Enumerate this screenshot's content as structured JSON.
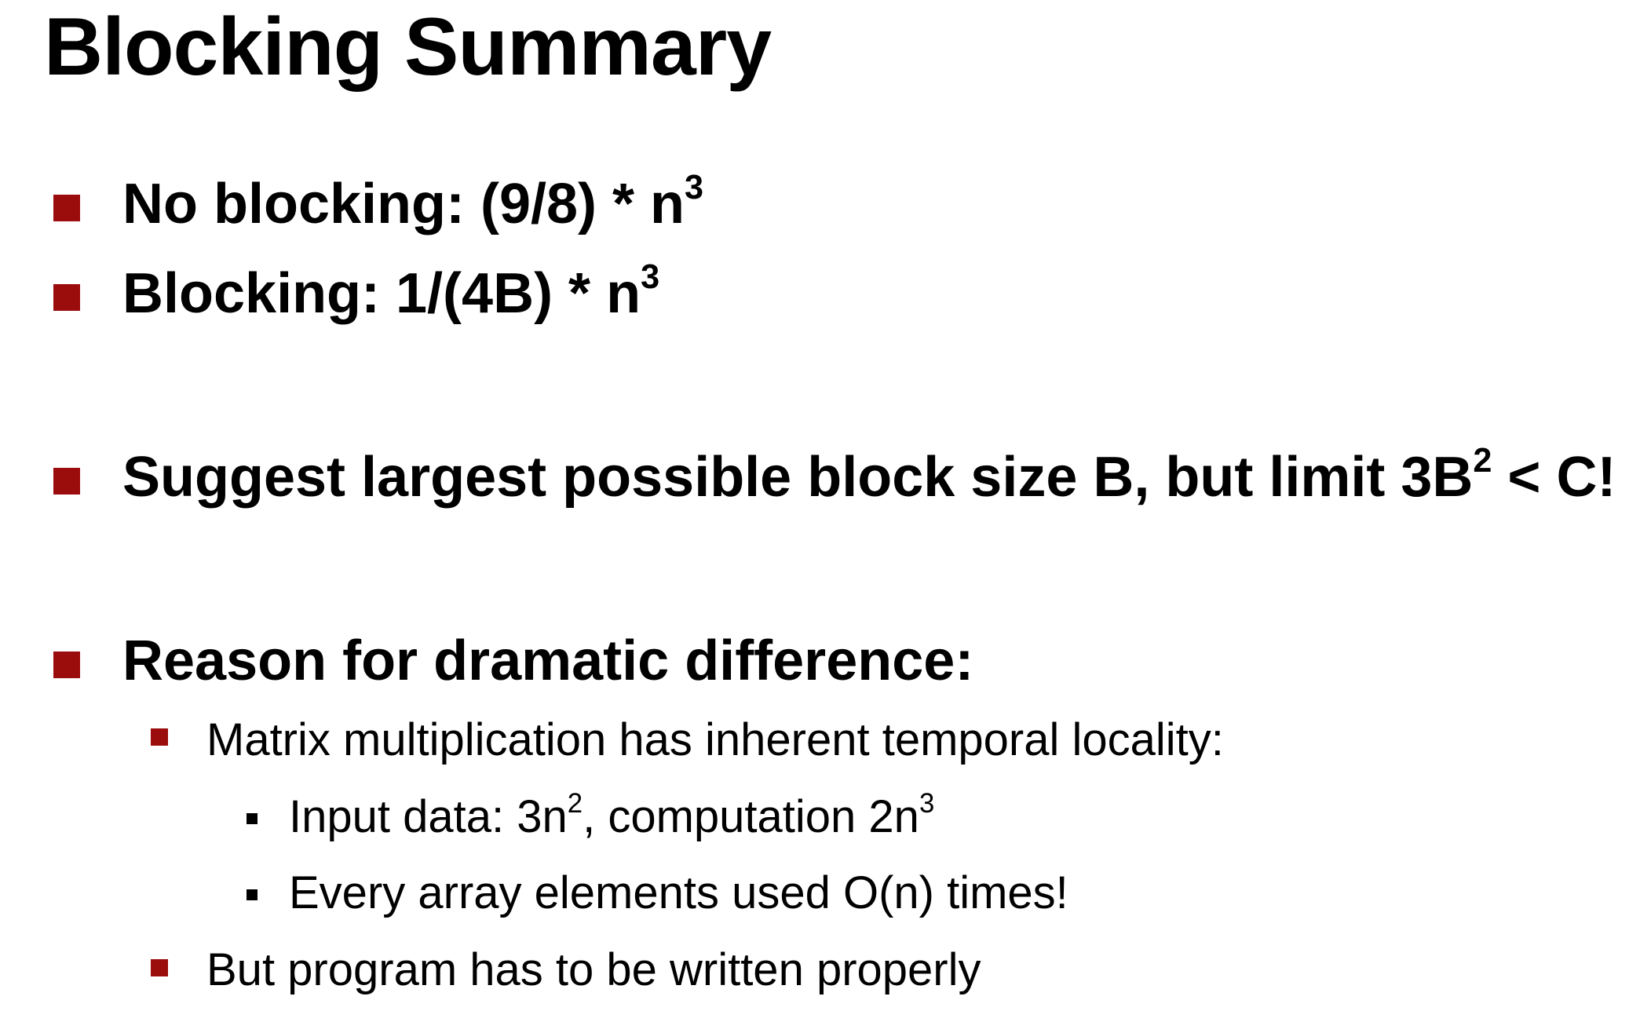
{
  "slide": {
    "title": "Blocking Summary",
    "bullets": [
      {
        "text": "No blocking: (9/8) * n",
        "sup": "3"
      },
      {
        "text": "Blocking: 1/(4B) * n",
        "sup": "3"
      },
      {
        "text_before": "Suggest largest possible block size B, but limit 3B",
        "sup": "2",
        "text_after": " < C!"
      },
      {
        "text": "Reason for dramatic difference:"
      }
    ],
    "sub_bullets": [
      {
        "text": "Matrix multiplication has inherent temporal locality:"
      },
      {
        "text": "But program has to be written properly"
      }
    ],
    "sub_sub_bullets": [
      {
        "text_a": "Input data: 3n",
        "sup_a": "2",
        "text_b": ", computation 2n",
        "sup_b": "3"
      },
      {
        "text": "Every array elements used O(n) times!"
      }
    ]
  },
  "colors": {
    "bullet_red": "#9b0d0d",
    "text": "#000000",
    "background": "#ffffff"
  }
}
